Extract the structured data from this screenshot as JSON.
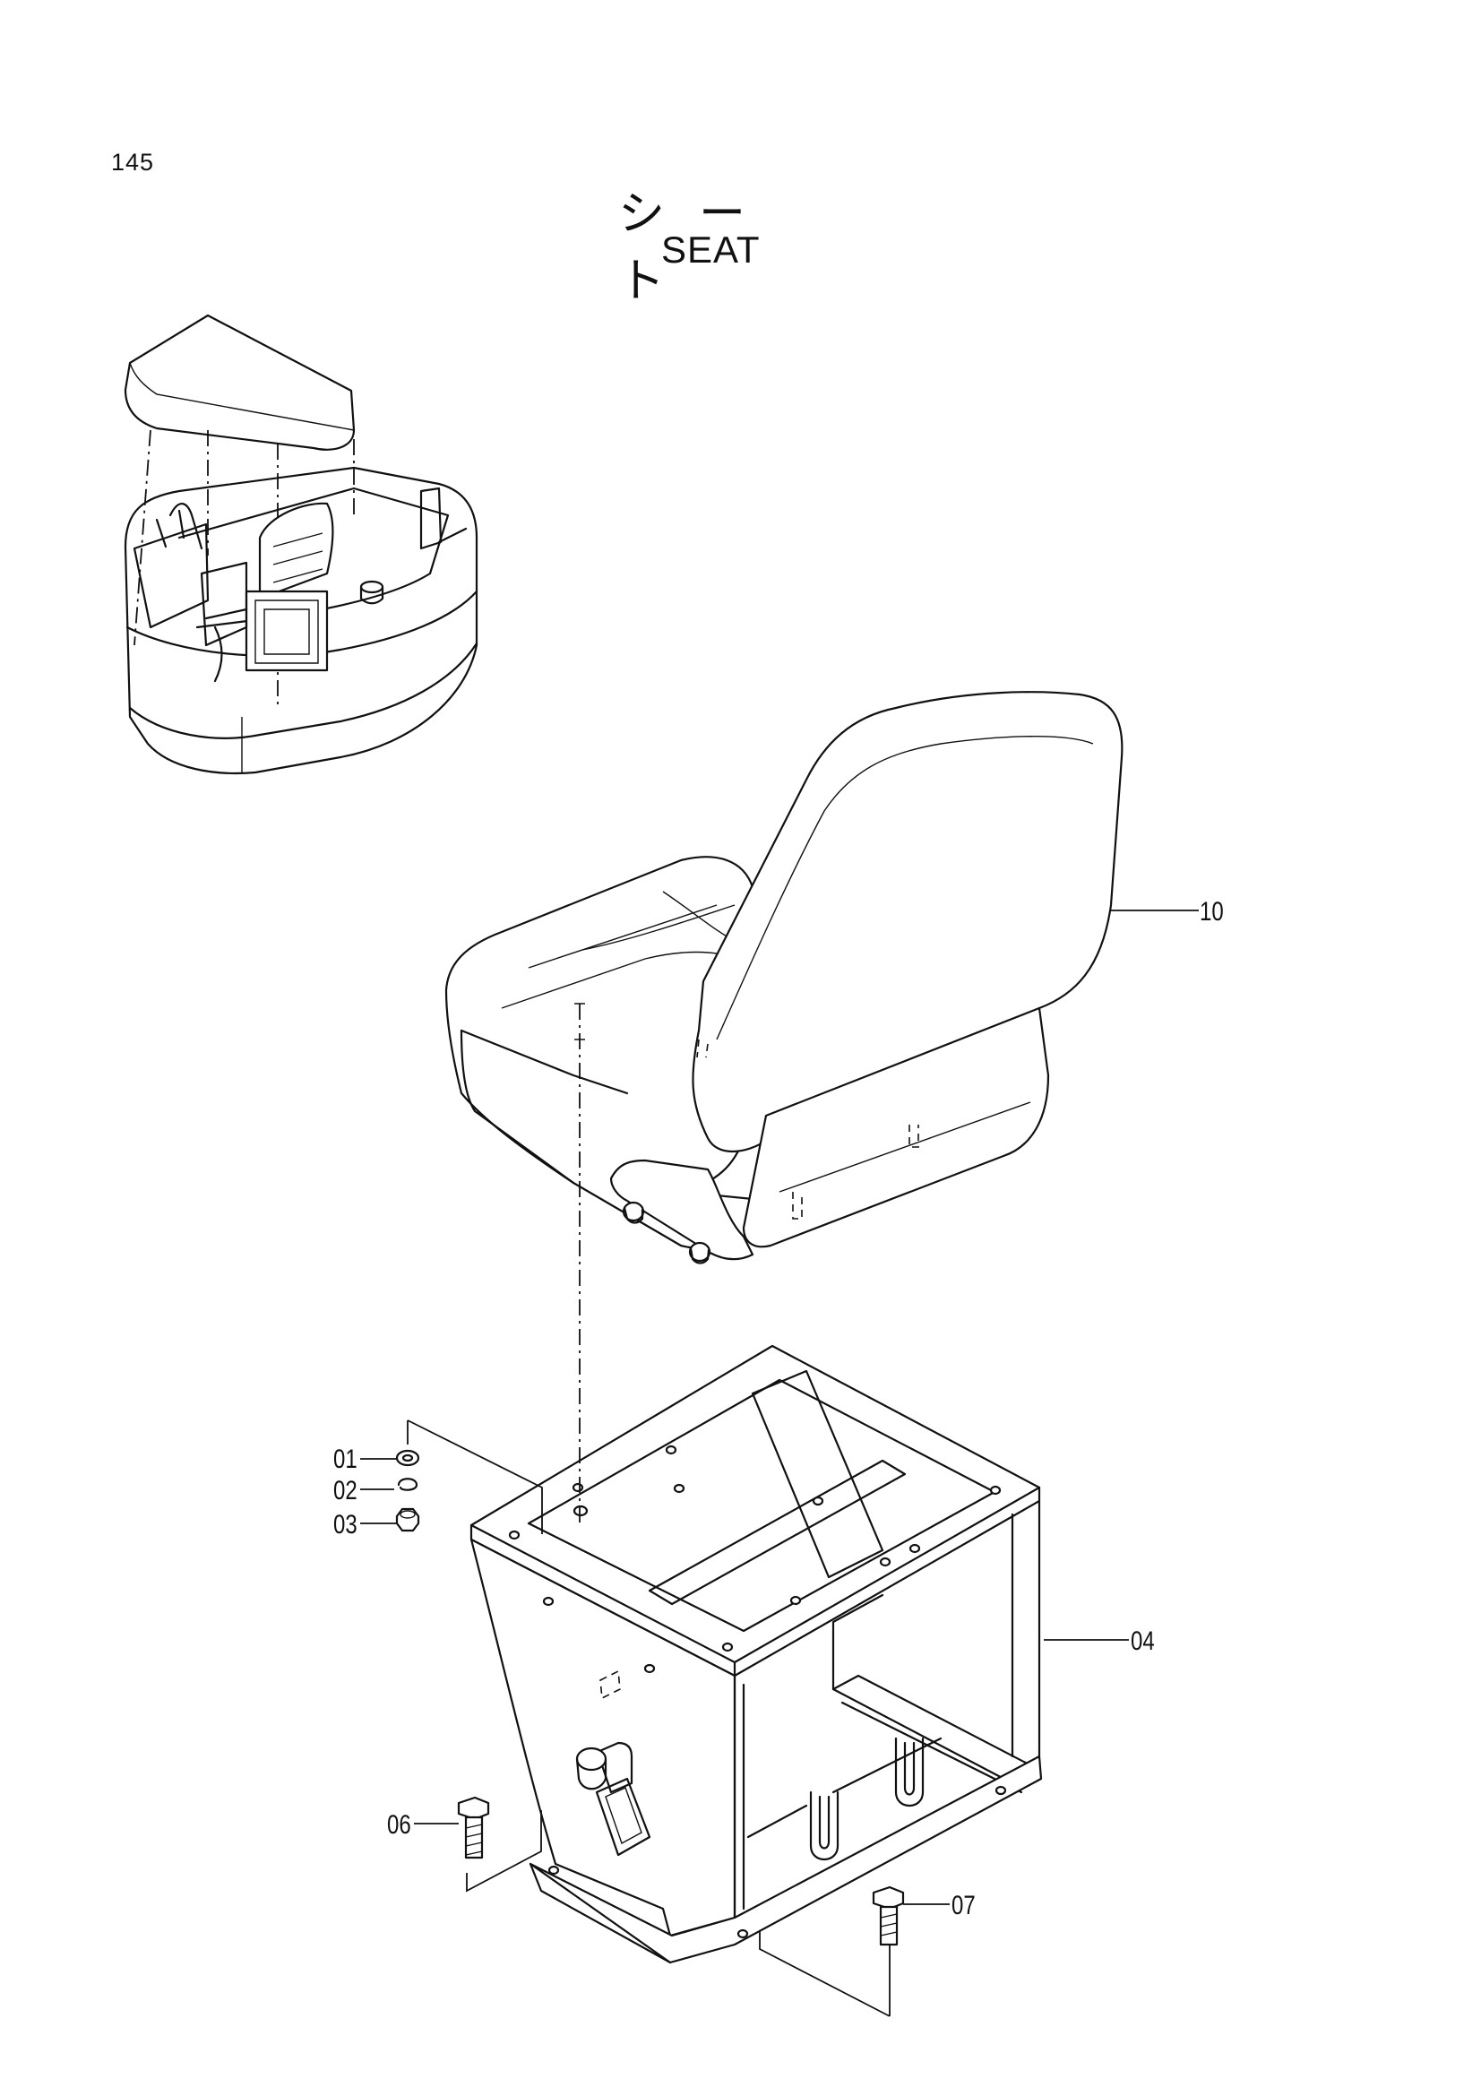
{
  "page": {
    "number": "145",
    "title_jp": "シート",
    "title_en": "SEAT"
  },
  "callouts": {
    "c01": "01",
    "c02": "02",
    "c03": "03",
    "c04": "04",
    "c06": "06",
    "c07": "07",
    "c10": "10"
  }
}
